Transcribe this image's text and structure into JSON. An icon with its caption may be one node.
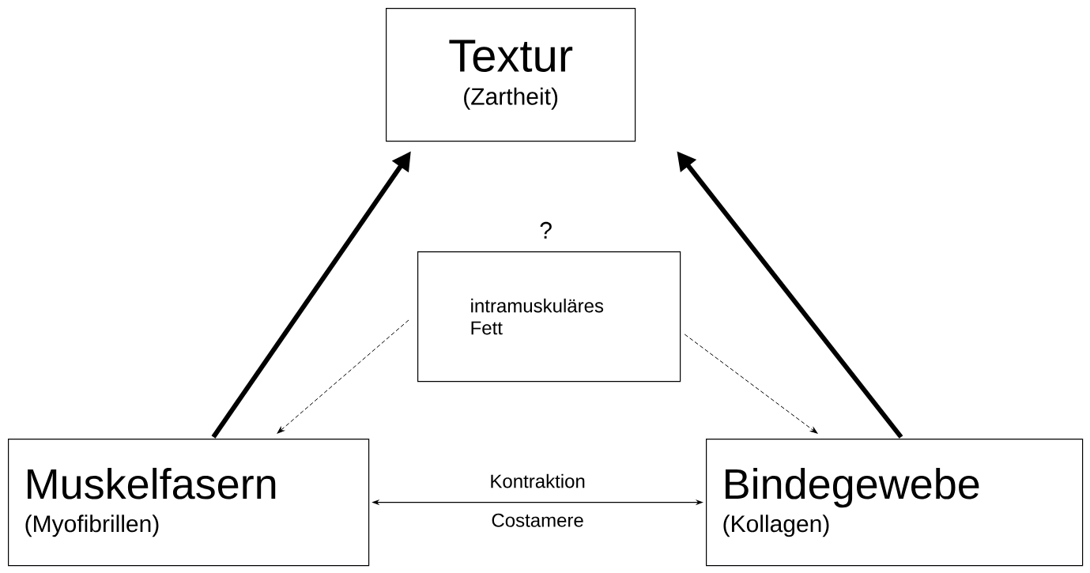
{
  "diagram": {
    "nodes": [
      {
        "text": [
          "Textur",
          "(Zartheit)"
        ]
      },
      {
        "text": [
          "intramuskuläres Fett"
        ],
        "beside": [
          "?"
        ]
      },
      {
        "text": [
          "Muskelfasern",
          "(Myofibrillen)"
        ]
      },
      {
        "text": [
          "Bindegewebe",
          "(Kollagen)"
        ]
      }
    ],
    "edges": [
      {
        "from": 2,
        "to": 0,
        "arrow": "to",
        "style": "thick"
      },
      {
        "from": 3,
        "to": 0,
        "arrow": "to",
        "style": "thick"
      },
      {
        "from": 1,
        "to": 2,
        "arrow": "to",
        "style": "dashed"
      },
      {
        "from": 1,
        "to": 3,
        "arrow": "to",
        "style": "dashed"
      },
      {
        "from": 2,
        "to": 3,
        "arrow": "both",
        "label": "Kontraktion"
      }
    ],
    "labels": [
      "Costamere"
    ]
  }
}
